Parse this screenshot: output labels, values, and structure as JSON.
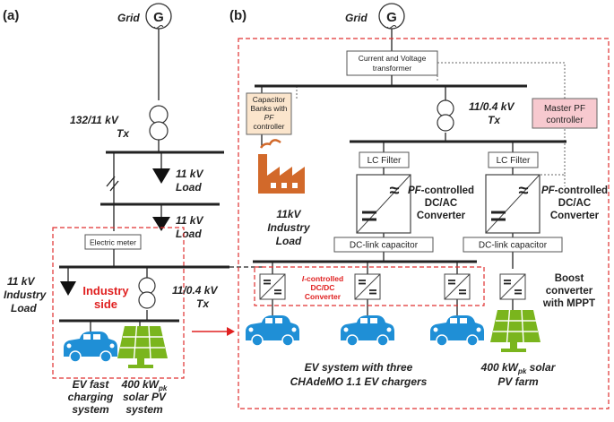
{
  "panel_a": {
    "label": "(a)",
    "grid": "Grid",
    "generator_symbol": "G",
    "tx_main": [
      "132/11 kV",
      "Tx"
    ],
    "load_1": [
      "11 kV",
      "Load"
    ],
    "load_2": [
      "11 kV",
      "Load"
    ],
    "meter": "Electric meter",
    "industry_load": [
      "11 kV",
      "Industry",
      "Load"
    ],
    "industry_side": [
      "Industry",
      "side"
    ],
    "tx_lv": [
      "11/0.4 kV",
      "Tx"
    ],
    "ev_label": [
      "EV fast",
      "charging",
      "system"
    ],
    "pv_label": [
      "400 kW",
      "pk",
      " solar PV",
      "system"
    ]
  },
  "panel_b": {
    "label": "(b)",
    "grid": "Grid",
    "generator_symbol": "G",
    "ct_vt": [
      "Current and Voltage",
      "transformer"
    ],
    "cap_banks": [
      "Capacitor",
      "Banks with",
      "PF",
      "controller"
    ],
    "master_pf": [
      "Master PF",
      "controller"
    ],
    "tx": [
      "11/0.4 kV",
      "Tx"
    ],
    "lc_filter_1": "LC Filter",
    "lc_filter_2": "LC Filter",
    "inv_1": [
      "PF",
      "-controlled",
      "DC/AC",
      "Converter"
    ],
    "inv_2": [
      "PF",
      "-controlled",
      "DC/AC",
      "Converter"
    ],
    "industry_load": [
      "11kV",
      "Industry",
      "Load"
    ],
    "dc_link_1": "DC-link capacitor",
    "dc_link_2": "DC-link capacitor",
    "dcdc_label": [
      "I",
      "-controlled",
      "DC/DC",
      "Converter"
    ],
    "boost_label": [
      "Boost",
      "converter",
      "with MPPT"
    ],
    "ev_system": [
      "EV system with three",
      "CHAdeMO 1.1 EV chargers"
    ],
    "pv_farm": [
      "400 kW",
      "pk",
      " solar",
      "PV farm"
    ]
  },
  "colors": {
    "red_dash": "#e03030",
    "ev_blue": "#1f8fd6",
    "pv_green": "#7ab51d",
    "factory": "#d2692a",
    "cap_fill": "#fbe5cc",
    "master_fill": "#f7c9cf",
    "industry_side_text": "#e02020"
  }
}
